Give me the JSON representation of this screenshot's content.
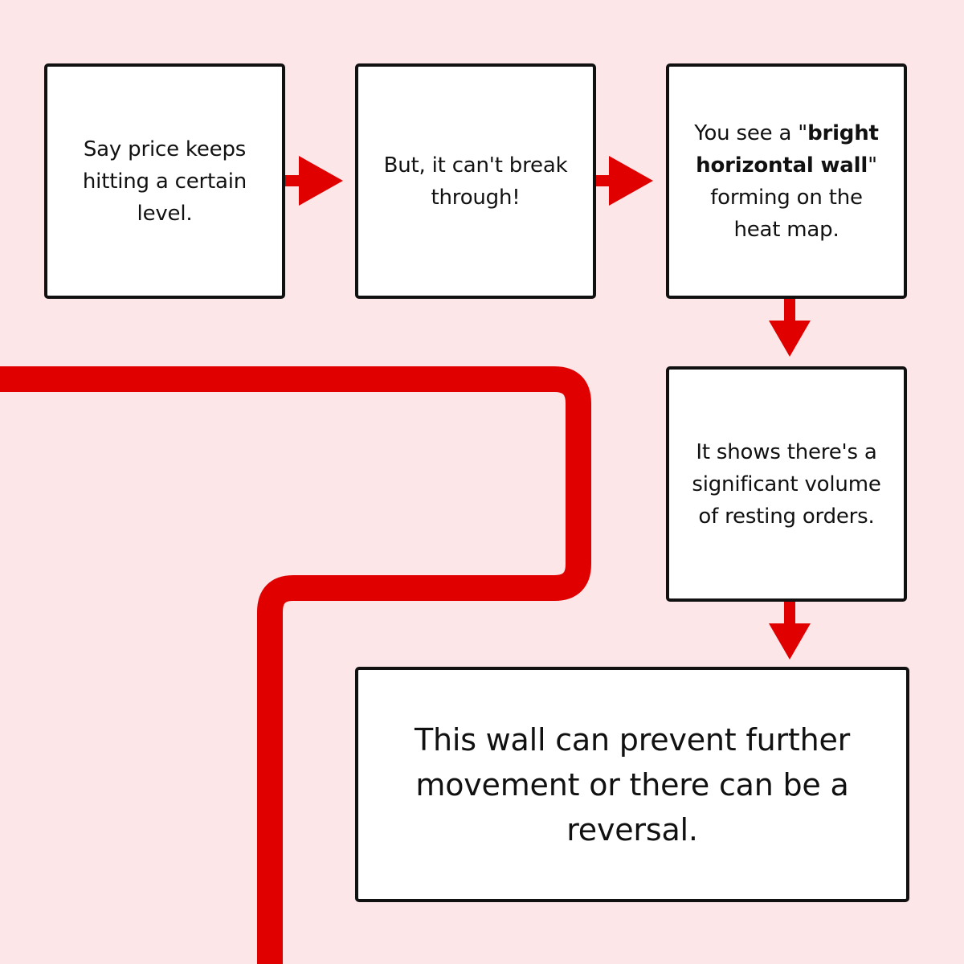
{
  "colors": {
    "background": "#fde6e8",
    "accent_red": "#e00000",
    "box_fill": "#ffffff",
    "box_border": "#111111",
    "text": "#111111"
  },
  "steps": [
    {
      "text": "Say price keeps hitting a certain level."
    },
    {
      "text": "But, it can't break through!"
    },
    {
      "text_before": "You see a \"",
      "text_bold": "bright horizontal wall",
      "text_after": "\" forming on the heat map."
    },
    {
      "text": "It shows there's a significant volume of resting orders."
    },
    {
      "text": "This wall can prevent further movement or there can be a reversal."
    }
  ]
}
